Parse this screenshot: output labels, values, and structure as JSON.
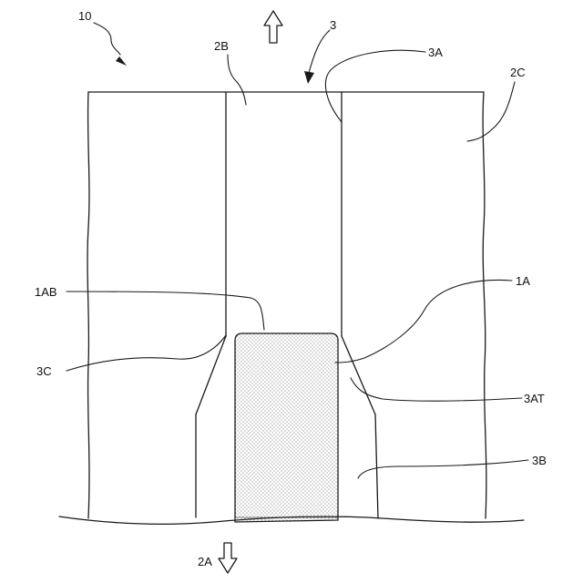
{
  "labels": {
    "ref_10": "10",
    "ref_3": "3",
    "ref_2B": "2B",
    "ref_3A": "3A",
    "ref_2C": "2C",
    "ref_1AB": "1AB",
    "ref_1A": "1A",
    "ref_3C": "3C",
    "ref_3AT": "3AT",
    "ref_3B": "3B",
    "ref_2A": "2A"
  },
  "colors": {
    "line": "#1a1a1a",
    "dot": "#555555",
    "background": "#ffffff"
  },
  "icons": {
    "up_arrow": "hollow-up-arrow-icon",
    "down_arrow": "hollow-down-arrow-icon"
  }
}
